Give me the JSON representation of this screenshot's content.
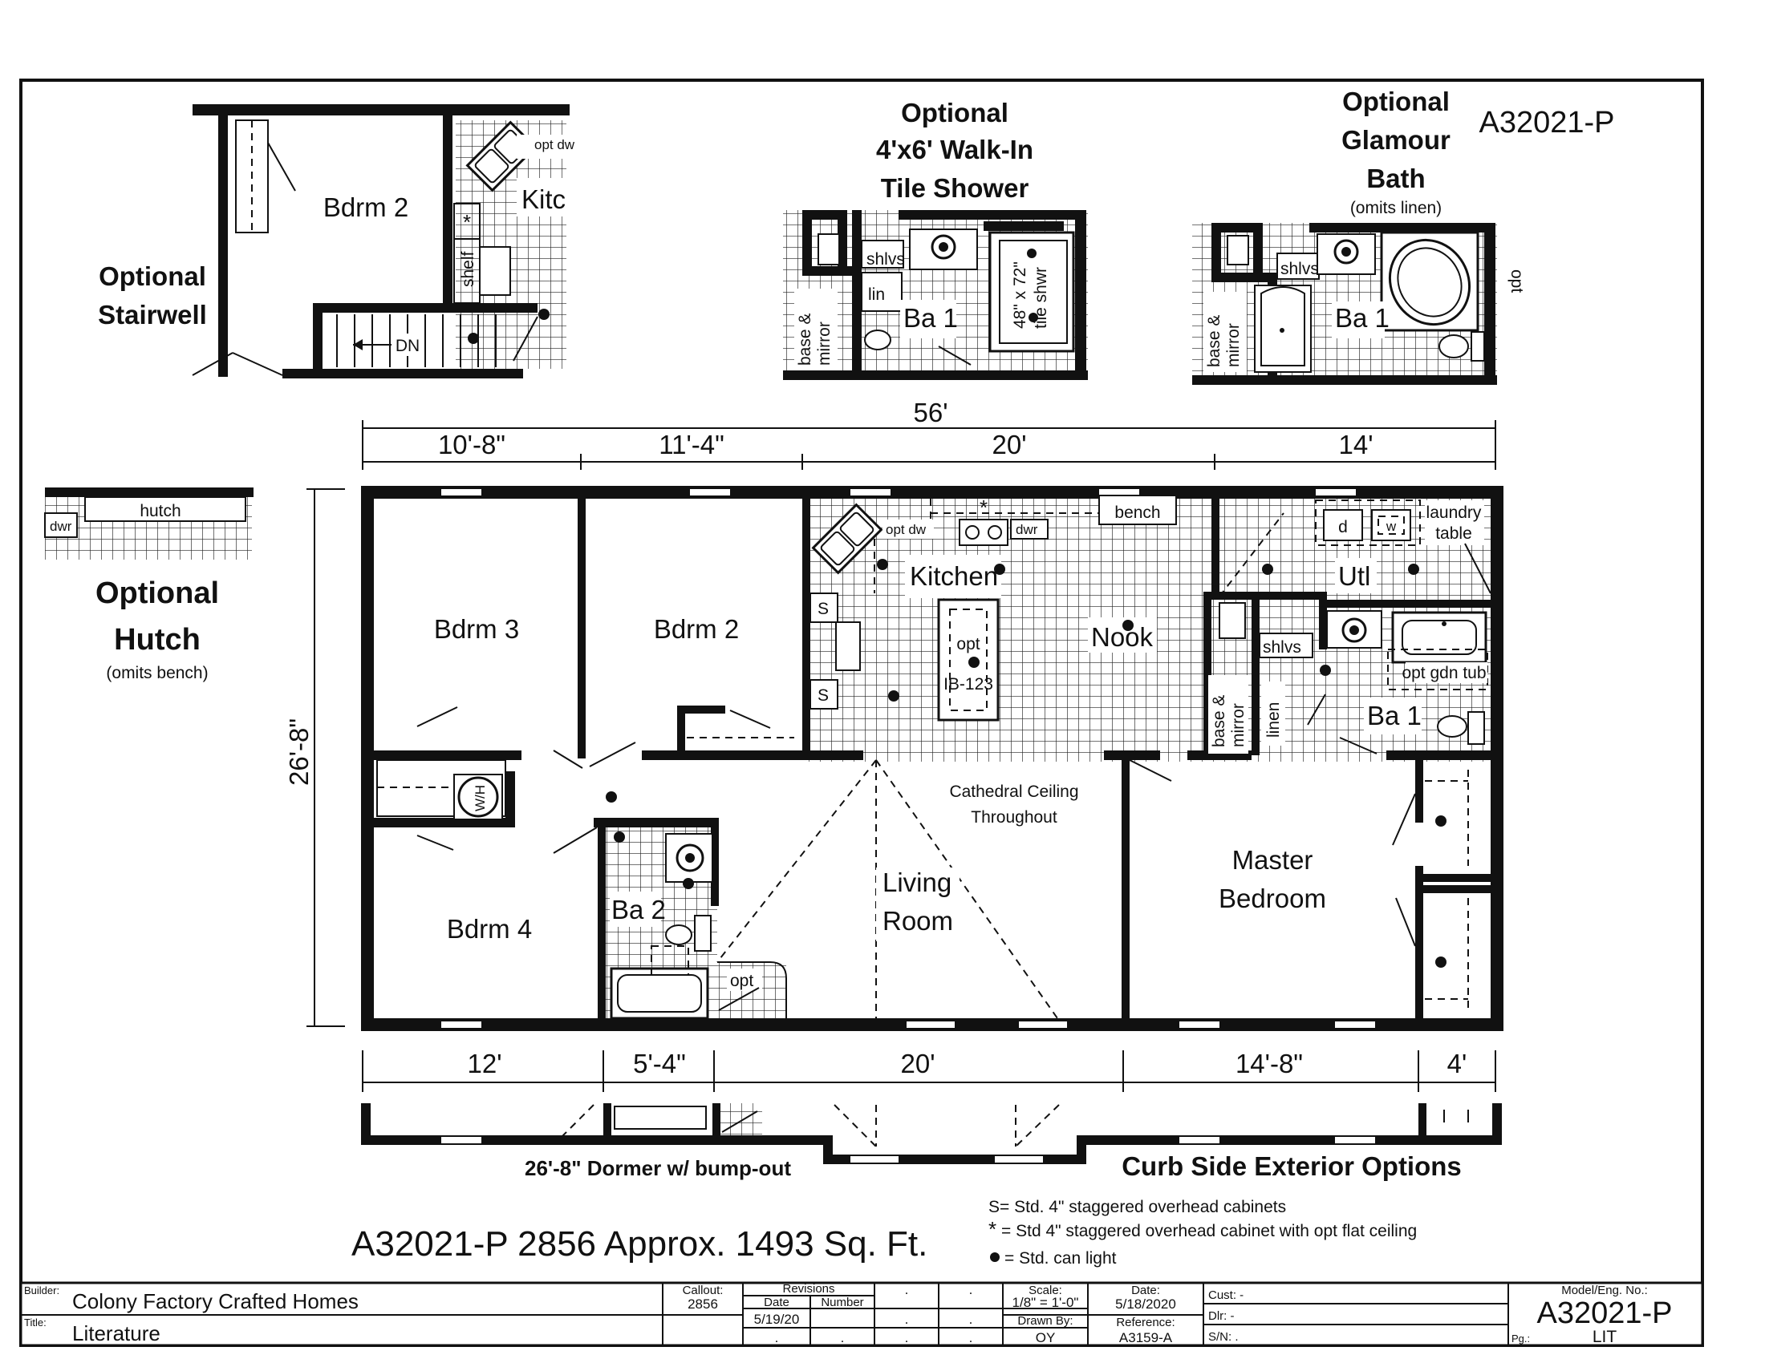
{
  "model_code": "A32021-P",
  "option_titles": {
    "stairwell": [
      "Optional",
      "Stairwell"
    ],
    "walkin_shower": [
      "Optional",
      "4'x6' Walk-In",
      "Tile Shower"
    ],
    "glamour_bath": [
      "Optional",
      "Glamour",
      "Bath"
    ],
    "glamour_note": "(omits linen)",
    "hutch": [
      "Optional",
      "Hutch"
    ],
    "hutch_note": "(omits bench)"
  },
  "stair_inset": {
    "room": "Bdrm 2",
    "kitchen": "Kitc",
    "shelf": "shelf",
    "down": "DN",
    "opt_dw": "opt dw"
  },
  "shower_inset": {
    "shelves": "shlvs",
    "linen": "lin",
    "bath": "Ba 1",
    "base_mirror": [
      "base &",
      "mirror"
    ],
    "tile_shower": [
      "48\" x 72\"",
      "tile shwr"
    ]
  },
  "glamour_inset": {
    "shelves": "shlvs",
    "bath": "Ba 1",
    "base_mirror": [
      "base &",
      "mirror"
    ],
    "opt": "opt"
  },
  "hutch_inset": {
    "dwr": "dwr",
    "hutch": "hutch"
  },
  "dimensions": {
    "overall_width": "56'",
    "top": [
      "10'-8\"",
      "11'-4\"",
      "20'",
      "14'"
    ],
    "bottom": [
      "12'",
      "5'-4\"",
      "20'",
      "14'-8\"",
      "4'"
    ],
    "depth": "26'-8\""
  },
  "rooms": {
    "bdrm3": "Bdrm 3",
    "bdrm2": "Bdrm 2",
    "kitchen": "Kitchen",
    "nook": "Nook",
    "utl": "Utl",
    "ba1": "Ba 1",
    "bdrm4": "Bdrm 4",
    "ba2": "Ba 2",
    "living": [
      "Living",
      "Room"
    ],
    "master": [
      "Master",
      "Bedroom"
    ]
  },
  "fixtures": {
    "opt_dw": "opt dw",
    "dwr": "dwr",
    "bench": "bench",
    "laundry": [
      "laundry",
      "table"
    ],
    "dryer": "d",
    "washer": "w",
    "island": [
      "opt",
      "IB-123"
    ],
    "shelves": "shlvs",
    "base_mirror": [
      "base &",
      "mirror"
    ],
    "linen": "linen",
    "opt_gdn_tub": "opt gdn tub",
    "wh": "W/H",
    "opt": "opt",
    "s": "S",
    "cathedral": [
      "Cathedral Ceiling",
      "Throughout"
    ]
  },
  "exterior": {
    "dormer": "26'-8\" Dormer w/ bump-out",
    "curb": "Curb Side Exterior Options"
  },
  "summary": "A32021-P 2856  Approx. 1493 Sq. Ft.",
  "legend": [
    "S= Std. 4\" staggered overhead cabinets",
    "= Std 4\" staggered overhead cabinet with opt flat ceiling",
    "= Std. can light"
  ],
  "title_block": {
    "builder_label": "Builder:",
    "builder": "Colony Factory Crafted Homes",
    "title_label": "Title:",
    "title": "Literature",
    "callout_label": "Callout:",
    "callout": "2856",
    "revisions_label": "Revisions",
    "date_col": "Date",
    "number_col": "Number",
    "rev_date": "5/19/20",
    "dot": ".",
    "scale_label": "Scale:",
    "scale": "1/8\" = 1'-0\"",
    "date_label": "Date:",
    "date": "5/18/2020",
    "drawn_label": "Drawn By:",
    "drawn": "OY",
    "ref_label": "Reference:",
    "ref": "A3159-A",
    "cust": "Cust: -",
    "dlr": "Dlr:  -",
    "sn": "S/N:  .",
    "model_label": "Model/Eng. No.:",
    "model": "A32021-P",
    "pg_label": "Pg.:",
    "pg": "LIT"
  }
}
